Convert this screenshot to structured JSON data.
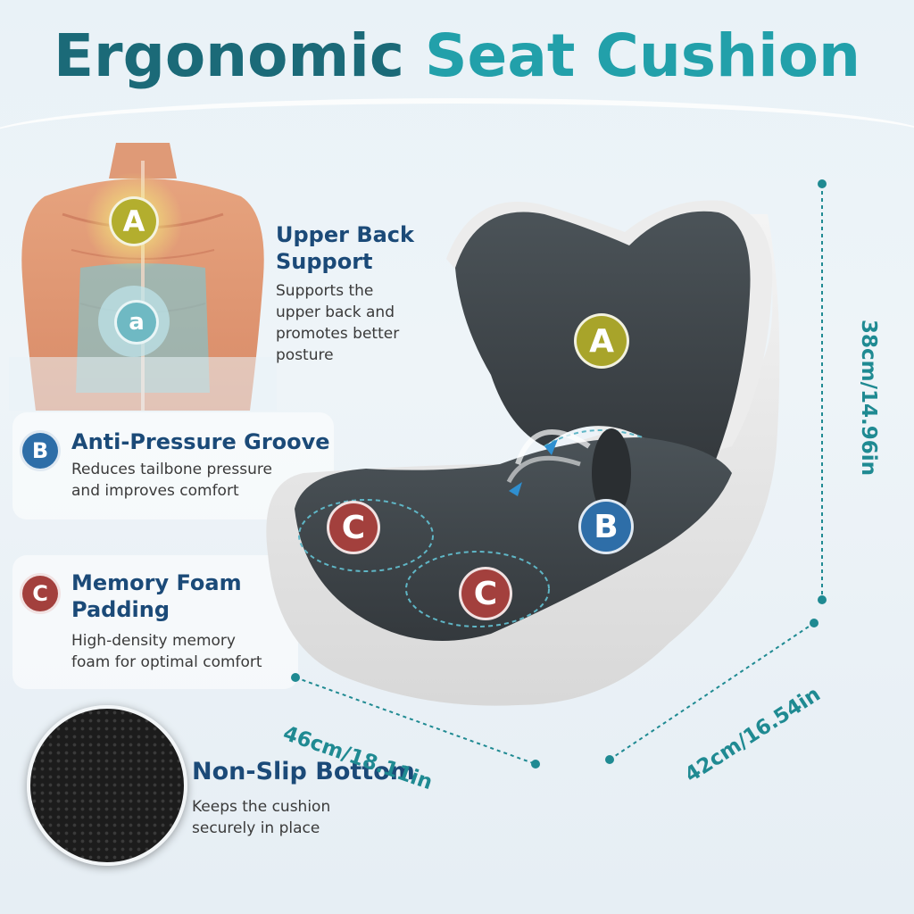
{
  "title": {
    "word1": "Ergonomic",
    "word2": "Seat Cushion"
  },
  "figure_labels": {
    "a_upper": "A",
    "a_lower": "a"
  },
  "features": {
    "upper_back": {
      "title_line1": "Upper Back",
      "title_line2": "Support",
      "desc_line1": "Supports the",
      "desc_line2": "upper back and",
      "desc_line3": "promotes better",
      "desc_line4": "posture"
    },
    "anti_pressure": {
      "badge": "B",
      "title": "Anti-Pressure Groove",
      "desc_line1": "Reduces tailbone pressure",
      "desc_line2": "and improves comfort"
    },
    "memory_foam": {
      "badge": "C",
      "title_line1": "Memory Foam",
      "title_line2": "Padding",
      "desc_line1": "High-density memory",
      "desc_line2": "foam for optimal comfort"
    },
    "non_slip": {
      "title": "Non-Slip Bottom",
      "desc_line1": "Keeps the cushion",
      "desc_line2": "securely in place"
    }
  },
  "cushion_labels": {
    "a": "A",
    "b": "B",
    "c1": "C",
    "c2": "C"
  },
  "dimensions": {
    "height": "38cm/14.96in",
    "width": "46cm/18.11in",
    "depth": "42cm/16.54in"
  },
  "colors": {
    "title_dark": "#1b6a78",
    "title_teal": "#22a0aa",
    "heading": "#1b4a78",
    "badge_a": "#a8a42a",
    "badge_b": "#2e6ea8",
    "badge_c": "#a3403d",
    "dimension": "#1f8a92"
  }
}
